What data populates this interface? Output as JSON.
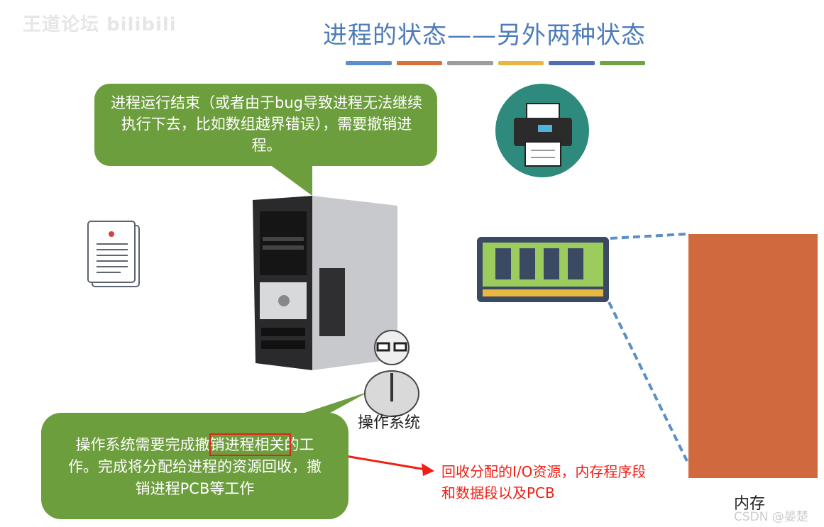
{
  "watermark": {
    "top_left": "王道论坛 bilibili",
    "bottom_right": "CSDN @晏楚"
  },
  "slide": {
    "title": "进程的状态——另外两种状态",
    "color_bars": [
      "#5b8fc8",
      "#d2733e",
      "#9c9c9c",
      "#e9b73f",
      "#4f6fb0",
      "#6ea347"
    ]
  },
  "bubbles": {
    "top_text": "进程运行结束（或者由于bug导致进程无法继续执行下去，比如数组越界错误），需要撤销进程。",
    "bottom_text": "操作系统需要完成撤销进程相关的工作。完成将分配给进程的资源回收，撤销进程PCB等工作"
  },
  "labels": {
    "os": "操作系统",
    "memory": "内存",
    "red_annotation_line1": "回收分配的I/O资源，内存程序段",
    "red_annotation_line2": "和数据段以及PCB"
  },
  "icons": {
    "document": "document-icon",
    "printer": "printer-icon",
    "computer": "computer-tower-icon",
    "ram": "ram-stick-icon",
    "person": "os-person-icon",
    "cursor": "mouse-cursor-icon"
  },
  "colors": {
    "bubble_green": "#6d9e3e",
    "memory_orange": "#d06a3e",
    "annotation_red": "#ef1f17",
    "title_blue": "#4c7cb9"
  }
}
